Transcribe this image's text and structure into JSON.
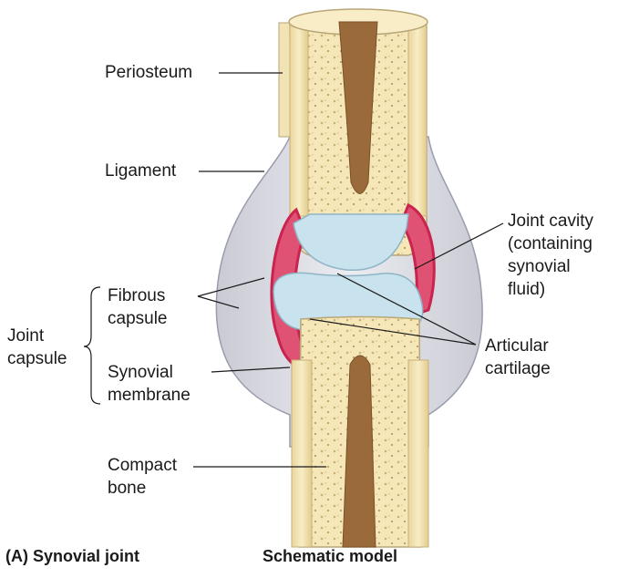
{
  "labels": {
    "periosteum": "Periosteum",
    "ligament": "Ligament",
    "joint_cavity": [
      "Joint cavity",
      "(containing",
      "synovial",
      "fluid)"
    ],
    "fibrous_capsule": [
      "Fibrous",
      "capsule"
    ],
    "joint_capsule": [
      "Joint",
      "capsule"
    ],
    "articular_cartilage": [
      "Articular",
      "cartilage"
    ],
    "synovial_membrane": [
      "Synovial",
      "membrane"
    ],
    "compact_bone": [
      "Compact",
      "bone"
    ]
  },
  "captions": {
    "left": "(A) Synovial joint",
    "center": "Schematic model"
  },
  "colors": {
    "bone": "#f5e7b8",
    "spongy_dots": "#c9b27a",
    "marrow": "#9a6a3a",
    "cartilage": "#c9e3ee",
    "synovial_membrane": "#c8244e",
    "joint_cavity_fluid": "#e05273",
    "ligament": "#dedfe6",
    "capsule_outline": "#9a9cab"
  }
}
